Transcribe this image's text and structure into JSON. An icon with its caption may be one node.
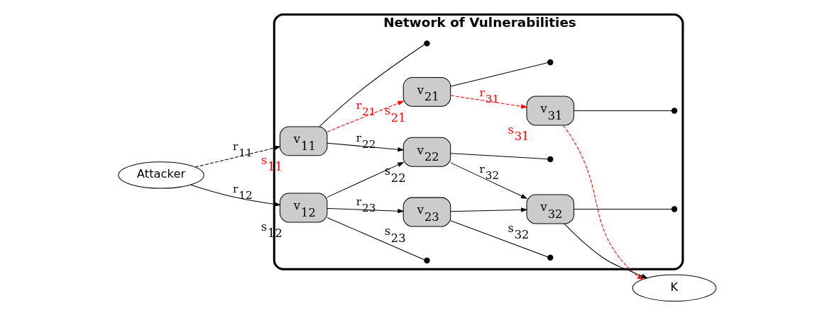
{
  "diagram": {
    "nodes": [
      {
        "text": [
          "Network of Vulnerabilities"
        ]
      },
      {
        "text": [
          "Attacker"
        ]
      },
      {
        "text": [
          "v$_{11}$"
        ],
        "in": 0,
        "beside": [
          "s$_{11}$"
        ]
      },
      {
        "text": [
          "v$_{21}$"
        ],
        "in": 0,
        "beside": [
          "s$_{21}$"
        ]
      },
      {
        "text": [
          "v$_{31}$"
        ],
        "in": 0,
        "beside": [
          "s$_{31}$"
        ]
      },
      {
        "text": [
          "v$_{12}$"
        ],
        "in": 0,
        "beside": [
          "s$_{12}$"
        ]
      },
      {
        "text": [
          "v$_{22}$"
        ],
        "in": 0,
        "beside": [
          "s$_{22}$"
        ]
      },
      {
        "text": [
          "v$_{32}$"
        ],
        "in": 0,
        "beside": [
          "s$_{32}$"
        ]
      },
      {
        "text": [
          "v$_{23}$"
        ],
        "in": 0,
        "beside": [
          "s$_{23}$"
        ]
      },
      {
        "text": [
          "K"
        ]
      },
      {
        "text": [],
        "shape": "circle",
        "in": 0
      },
      {
        "text": [],
        "shape": "circle",
        "in": 0
      },
      {
        "text": [],
        "shape": "circle",
        "in": 0
      },
      {
        "text": [],
        "shape": "circle",
        "in": 0
      },
      {
        "text": [],
        "shape": "circle",
        "in": 0
      },
      {
        "text": [],
        "shape": "circle",
        "in": 0
      },
      {
        "text": [],
        "shape": "circle",
        "in": 0
      }
    ],
    "edges": [
      {
        "from": 1,
        "to": 2,
        "arrow": "to",
        "label": "r$_{11}$",
        "style": "dashed"
      },
      {
        "from": 1,
        "to": 5,
        "arrow": "to",
        "label": "r$_{12}$"
      },
      {
        "from": 2,
        "to": 3,
        "arrow": "to",
        "label": "r$_{21}$",
        "style": "dashed",
        "color": "#ff0000"
      },
      {
        "from": 2,
        "to": 6,
        "arrow": "to",
        "label": "r$_{22}$"
      },
      {
        "from": 5,
        "to": 6,
        "arrow": "to"
      },
      {
        "from": 5,
        "to": 8,
        "arrow": "to",
        "label": "r$_{23}$"
      },
      {
        "from": 3,
        "to": 4,
        "arrow": "to",
        "label": "r$_{31}$",
        "style": "dashed",
        "color": "#ff0000"
      },
      {
        "from": 6,
        "to": 7,
        "arrow": "to",
        "label": "r$_{32}$"
      },
      {
        "from": 8,
        "to": 7,
        "arrow": "to"
      },
      {
        "from": 4,
        "to": 9,
        "arrow": "to",
        "style": "dashed",
        "color": "#ff0000"
      },
      {
        "from": 7,
        "to": 9,
        "arrow": "to"
      },
      {
        "from": 2,
        "to": 10,
        "arrow": "none"
      },
      {
        "from": 3,
        "to": 11,
        "arrow": "none"
      },
      {
        "from": 4,
        "to": 12,
        "arrow": "none"
      },
      {
        "from": 6,
        "to": 13,
        "arrow": "none"
      },
      {
        "from": 7,
        "to": 14,
        "arrow": "none"
      },
      {
        "from": 5,
        "to": 15,
        "arrow": "none"
      },
      {
        "from": 8,
        "to": 16,
        "arrow": "none"
      }
    ]
  }
}
